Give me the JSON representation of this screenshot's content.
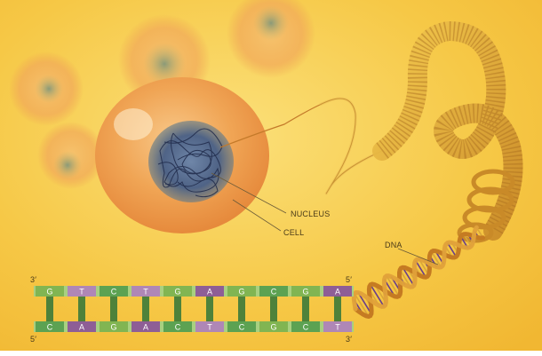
{
  "labels": {
    "nucleus": "NUCLEUS",
    "cell": "CELL",
    "dna": "DNA"
  },
  "strand_ends": {
    "top_left": "3′",
    "top_right": "5′",
    "bottom_left": "5′",
    "bottom_right": "3′"
  },
  "base_pairs": {
    "top": [
      "G",
      "T",
      "C",
      "T",
      "G",
      "A",
      "G",
      "C",
      "G",
      "A"
    ],
    "bottom": [
      "C",
      "A",
      "G",
      "A",
      "C",
      "T",
      "C",
      "G",
      "C",
      "T"
    ]
  },
  "colors": {
    "background": "#f3c23a",
    "cell": "#f0a24e",
    "nucleus": "#3b4a6a",
    "G": "#7ab04a",
    "C": "#4f9a4a",
    "A": "#8a4a9a",
    "T": "#b07ac0",
    "backbone_light": "#a8d080",
    "backbone_dark": "#3c7a3a"
  }
}
